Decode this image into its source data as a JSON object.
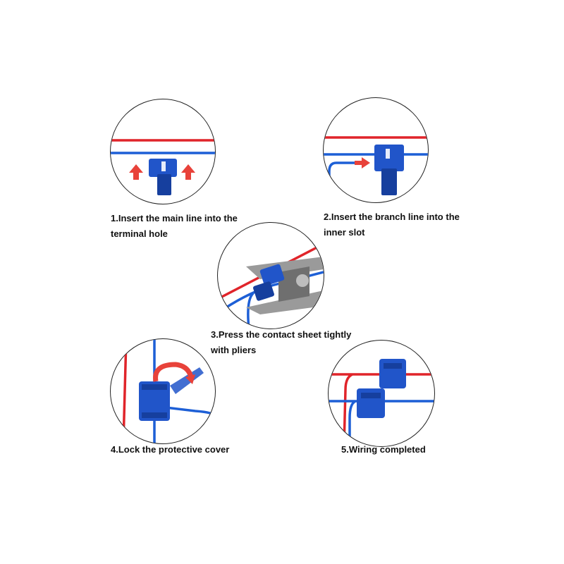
{
  "colors": {
    "red_wire": "#e0242a",
    "blue_wire": "#1d5fd6",
    "connector": "#2155c9",
    "connector_dark": "#163f9e",
    "arrow": "#e8423a",
    "plier": "#9a9a9a",
    "outline": "#222222"
  },
  "steps": [
    {
      "line1": "1.Insert the main line into the",
      "line2": "terminal hole"
    },
    {
      "line1": "2.Insert the branch line into the",
      "line2": "inner slot"
    },
    {
      "line1": "3.Press the contact sheet tightly",
      "line2": "with pliers"
    },
    {
      "line1": "4.Lock the protective cover",
      "line2": ""
    },
    {
      "line1": "5.Wiring completed",
      "line2": ""
    }
  ]
}
